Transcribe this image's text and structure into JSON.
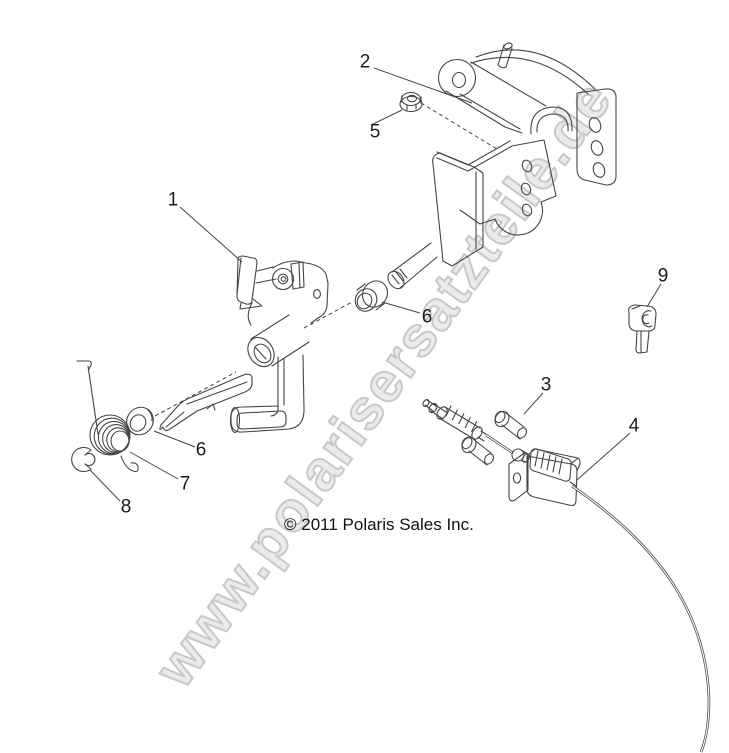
{
  "page": {
    "background_color": "#ffffff",
    "copyright_text": "© 2011 Polaris Sales Inc.",
    "watermark_text": "www.polarisersatzteile.de"
  },
  "diagram": {
    "type": "exploded-parts-line-drawing",
    "line_color": "#454545",
    "watermark_fill_color": "#ebebeb",
    "watermark_outline_color": "#c8c8c8",
    "callouts": [
      {
        "label": "1"
      },
      {
        "label": "2"
      },
      {
        "label": "3"
      },
      {
        "label": "4"
      },
      {
        "label": "5"
      },
      {
        "label": "6"
      },
      {
        "label": "6"
      },
      {
        "label": "7"
      },
      {
        "label": "8"
      },
      {
        "label": "9"
      }
    ]
  }
}
